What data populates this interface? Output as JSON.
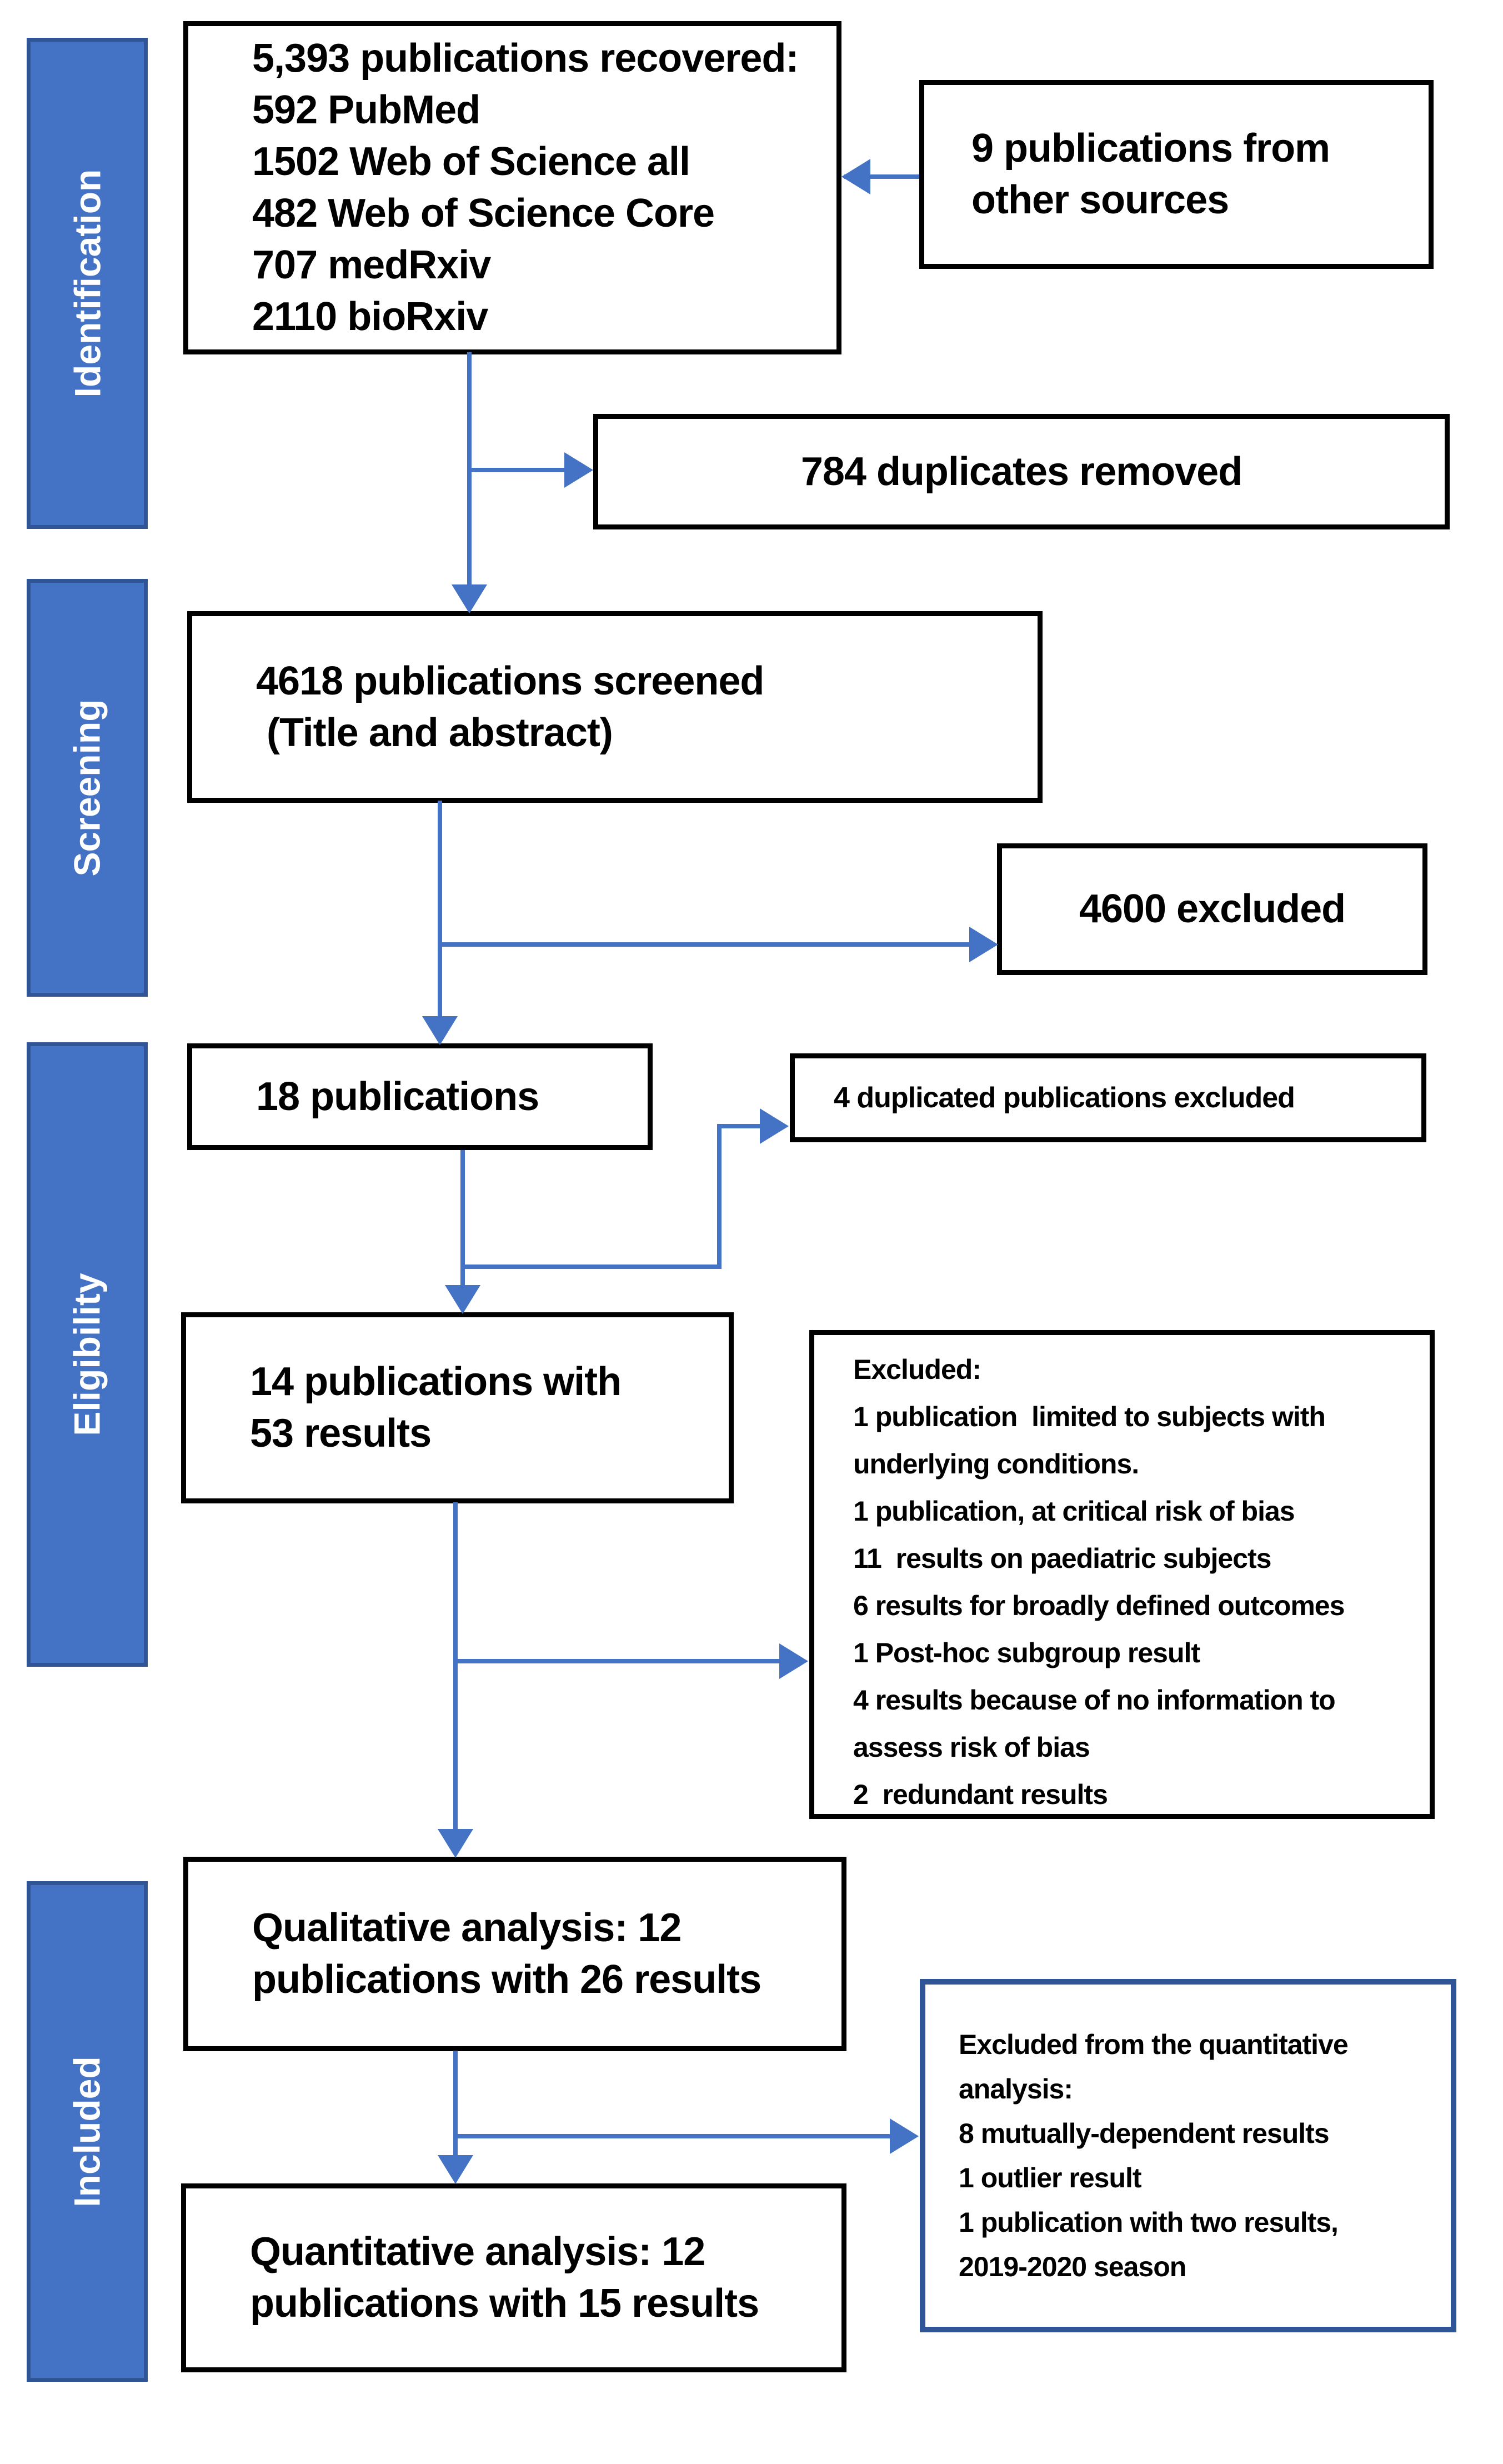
{
  "palette": {
    "accent_blue": "#4472C4",
    "dark_blue": "#2F5597",
    "box_border": "#000000",
    "background": "#FFFFFF",
    "text": "#000000",
    "stage_text": "#FFFFFF"
  },
  "sidebar": {
    "stages": [
      {
        "label": "Identification"
      },
      {
        "label": "Screening"
      },
      {
        "label": "Eligibility"
      },
      {
        "label": "Included"
      }
    ]
  },
  "boxes": {
    "recovered": {
      "text": "5,393 publications recovered:\n592 PubMed\n1502 Web of Science all\n482 Web of Science Core\n707 medRxiv\n2110 bioRxiv"
    },
    "other_sources": {
      "text": "9 publications from\nother sources"
    },
    "duplicates_removed": {
      "text": "784 duplicates removed"
    },
    "screened": {
      "text": "4618 publications screened\n (Title and abstract)"
    },
    "excluded_4600": {
      "text": "4600 excluded"
    },
    "publications_18": {
      "text": "18 publications"
    },
    "duplicated_excluded": {
      "text": "4 duplicated publications excluded"
    },
    "publications_14": {
      "text": "14 publications with\n53 results"
    },
    "excluded_detail": {
      "text": "Excluded:\n1 publication  limited to subjects with\nunderlying conditions.\n1 publication, at critical risk of bias\n11  results on paediatric subjects\n6 results for broadly defined outcomes\n1 Post-hoc subgroup result\n4 results because of no information to\nassess risk of bias\n2  redundant results"
    },
    "qualitative": {
      "text": "Qualitative analysis: 12\npublications with 26 results"
    },
    "excluded_quantitative": {
      "text": "Excluded from the quantitative\nanalysis:\n8 mutually-dependent results\n1 outlier result\n1 publication with two results,\n2019-2020 season"
    },
    "quantitative": {
      "text": "Quantitative analysis: 12\npublications with 15 results"
    }
  }
}
